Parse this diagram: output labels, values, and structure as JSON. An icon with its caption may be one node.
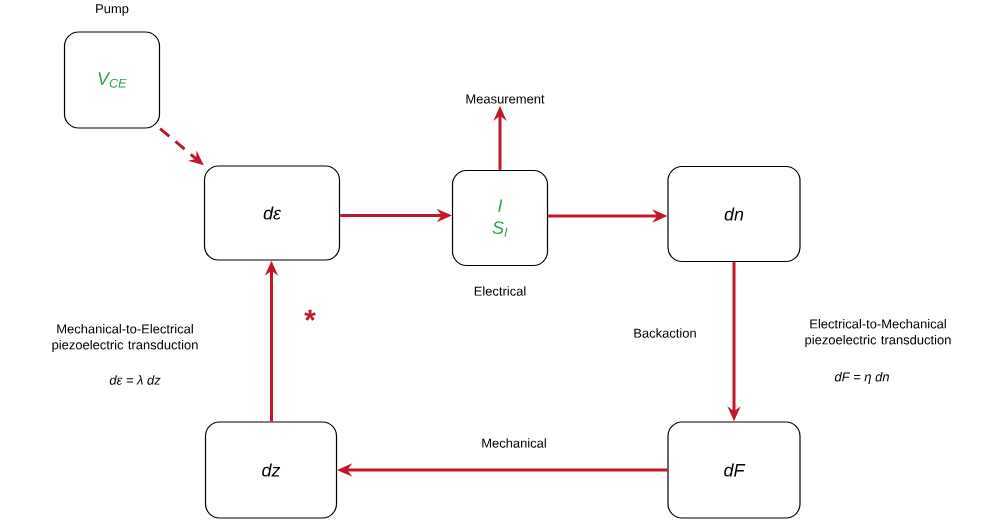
{
  "diagram": {
    "nodes": [
      {
        "text": [
          "Pump",
          "V$_{CE}$"
        ]
      },
      {
        "text": [
          "dε"
        ]
      },
      {
        "text": [
          "I",
          "S$_{I}$"
        ],
        "beside": [
          "Electrical"
        ]
      },
      {
        "text": [
          "dn"
        ]
      },
      {
        "text": [
          "dF"
        ]
      },
      {
        "text": [
          "dz"
        ]
      },
      {
        "text": [
          "Measurement"
        ]
      }
    ],
    "edges": [
      {
        "from": 0,
        "to": 1,
        "arrow": "to",
        "style": "dashed"
      },
      {
        "from": 1,
        "to": 2,
        "arrow": "to"
      },
      {
        "from": 2,
        "to": 6,
        "arrow": "to"
      },
      {
        "from": 2,
        "to": 3,
        "arrow": "to"
      },
      {
        "from": 3,
        "to": 4,
        "arrow": "to",
        "label": "Backaction"
      },
      {
        "from": 4,
        "to": 5,
        "arrow": "to",
        "label": "Mechanical"
      },
      {
        "from": 5,
        "to": 1,
        "arrow": "to",
        "label": "*"
      }
    ],
    "labels": [
      "Mechanical-to-Electrical piezoelectric transduction",
      "dε = λ dz",
      "Electrical-to-Mechanical piezoelectric transduction",
      "dF = η dn"
    ]
  }
}
